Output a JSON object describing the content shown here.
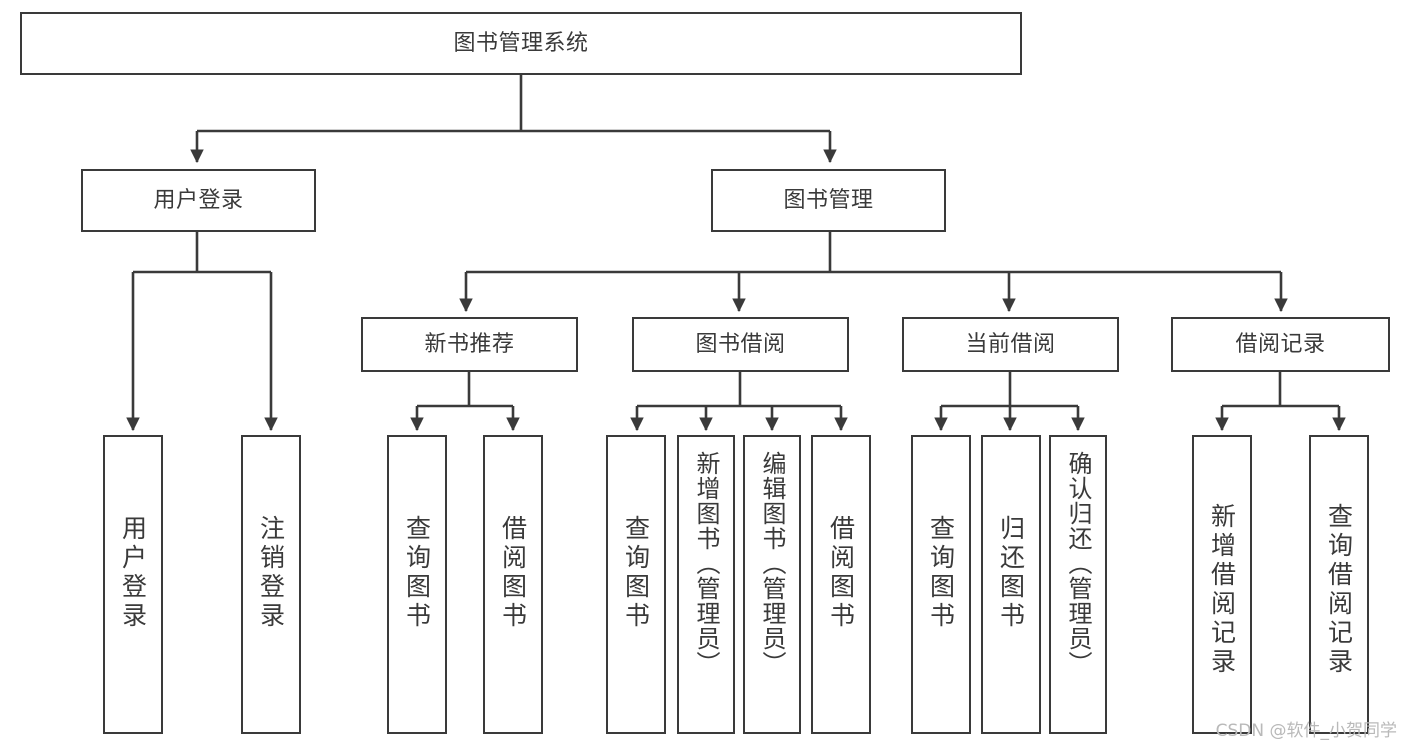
{
  "diagram": {
    "type": "tree",
    "title": "图书管理系统",
    "watermark": "CSDN @软件_小贺同学",
    "colors": {
      "stroke": "#3a3a3a",
      "fill": "#ffffff",
      "text": "#3a3a3a",
      "watermark": "#b9b9b9"
    },
    "nodes": {
      "root": {
        "label": "图书管理系统"
      },
      "level1": [
        {
          "id": "user-login",
          "label": "用户登录"
        },
        {
          "id": "book-management",
          "label": "图书管理"
        }
      ],
      "level2": [
        {
          "id": "new-book-recommend",
          "label": "新书推荐"
        },
        {
          "id": "book-borrow",
          "label": "图书借阅"
        },
        {
          "id": "current-borrow",
          "label": "当前借阅"
        },
        {
          "id": "borrow-record",
          "label": "借阅记录"
        }
      ],
      "leaves": {
        "user_login": [
          {
            "id": "leaf-user-login",
            "label": "用户登录"
          },
          {
            "id": "leaf-logout-login",
            "label": "注销登录"
          }
        ],
        "new_book_recommend": [
          {
            "id": "leaf-query-book-1",
            "label": "查询图书"
          },
          {
            "id": "leaf-borrow-book-1",
            "label": "借阅图书"
          }
        ],
        "book_borrow": [
          {
            "id": "leaf-query-book-2",
            "label": "查询图书"
          },
          {
            "id": "leaf-add-book",
            "label": "新增图书（管理员）"
          },
          {
            "id": "leaf-edit-book",
            "label": "编辑图书（管理员）"
          },
          {
            "id": "leaf-borrow-book-2",
            "label": "借阅图书"
          }
        ],
        "current_borrow": [
          {
            "id": "leaf-query-book-3",
            "label": "查询图书"
          },
          {
            "id": "leaf-return-book",
            "label": "归还图书"
          },
          {
            "id": "leaf-confirm-return",
            "label": "确认归还（管理员）"
          }
        ],
        "borrow_record": [
          {
            "id": "leaf-add-record",
            "label": "新增借阅记录"
          },
          {
            "id": "leaf-query-record",
            "label": "查询借阅记录"
          }
        ]
      }
    }
  }
}
